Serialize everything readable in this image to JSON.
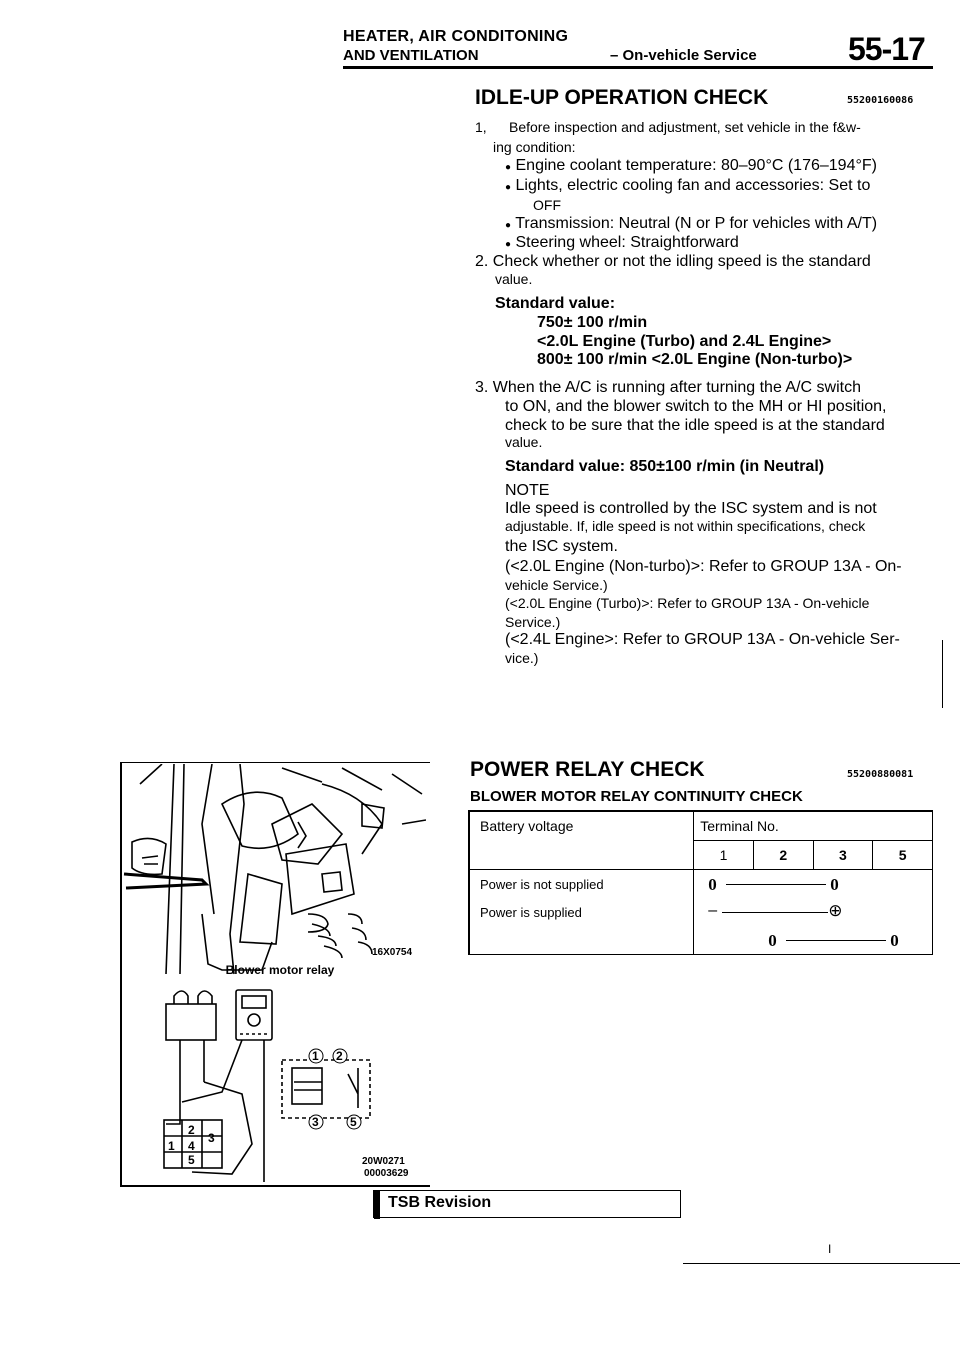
{
  "header": {
    "title_line1": "HEATER, AIR CONDITONING",
    "title_line2": "AND VENTILATION",
    "section": "– On-vehicle Service",
    "page_number": "55-17"
  },
  "idle_up": {
    "title": "IDLE-UP OPERATION CHECK",
    "code": "55200160086",
    "step1_num": "1,",
    "step1_text": "Before inspection and adjustment, set vehicle in the f&w-",
    "step1_cont": "ing condition:",
    "bullets": [
      "Engine coolant temperature: 80–90°C (176–194°F)",
      "Lights, electric cooling fan and accessories: Set to",
      "OFF",
      "Transmission: Neutral (N or P for vehicles with A/T)",
      "Steering wheel: Straightforward"
    ],
    "step2_text": "2. Check whether or not the idling speed is the standard",
    "step2_cont": "value.",
    "std_label": "Standard value:",
    "std_line1": "750± 100 r/min",
    "std_line2": "<2.0L Engine (Turbo) and 2.4L Engine>",
    "std_line3": "800± 100 r/min <2.0L Engine (Non-turbo)>",
    "step3_lines": [
      "3. When the A/C is running after turning the A/C switch",
      "to ON, and the blower switch to the MH or HI position,",
      "check to be sure that the idle speed is at the standard",
      "value."
    ],
    "std2": "Standard value: 850±100 r/min (in Neutral)",
    "note_label": "NOTE",
    "note_lines": [
      "Idle speed is controlled by the ISC system and is not",
      "adjustable. If, idle speed is not within specifications, check",
      "the ISC system.",
      "(<2.0L Engine (Non-turbo)>: Refer to GROUP 13A - On-",
      "vehicle Service.)",
      "(<2.0L Engine (Turbo)>: Refer to GROUP 13A - On-vehicle",
      "Service.)",
      "(<2.4L Engine>: Refer to GROUP 13A - On-vehicle Ser-",
      "vice.)"
    ]
  },
  "power_relay": {
    "title": "POWER RELAY CHECK",
    "code": "55200880081",
    "subtitle": "BLOWER MOTOR RELAY CONTINUITY CHECK",
    "table": {
      "col_header_1": "Battery voltage",
      "col_header_2": "Terminal No.",
      "terminals": [
        "1",
        "2",
        "3",
        "5"
      ],
      "rows": [
        {
          "label": "Power is not supplied",
          "marks": [
            "0",
            "0"
          ]
        },
        {
          "label": "Power is supplied",
          "marks": [
            "–",
            "⊕"
          ]
        },
        {
          "label": "",
          "marks": [
            "0",
            "0"
          ]
        }
      ]
    }
  },
  "figure": {
    "code1": "16X0754",
    "caption": "Blower motor relay",
    "code2": "20W0271",
    "code3": "00003629",
    "relay_pins": [
      "1",
      "2",
      "3",
      "5"
    ],
    "connector_pins": [
      "2",
      "1",
      "4",
      "3",
      "5"
    ]
  },
  "footer": {
    "tsb": "TSB Revision",
    "mark": "I"
  }
}
